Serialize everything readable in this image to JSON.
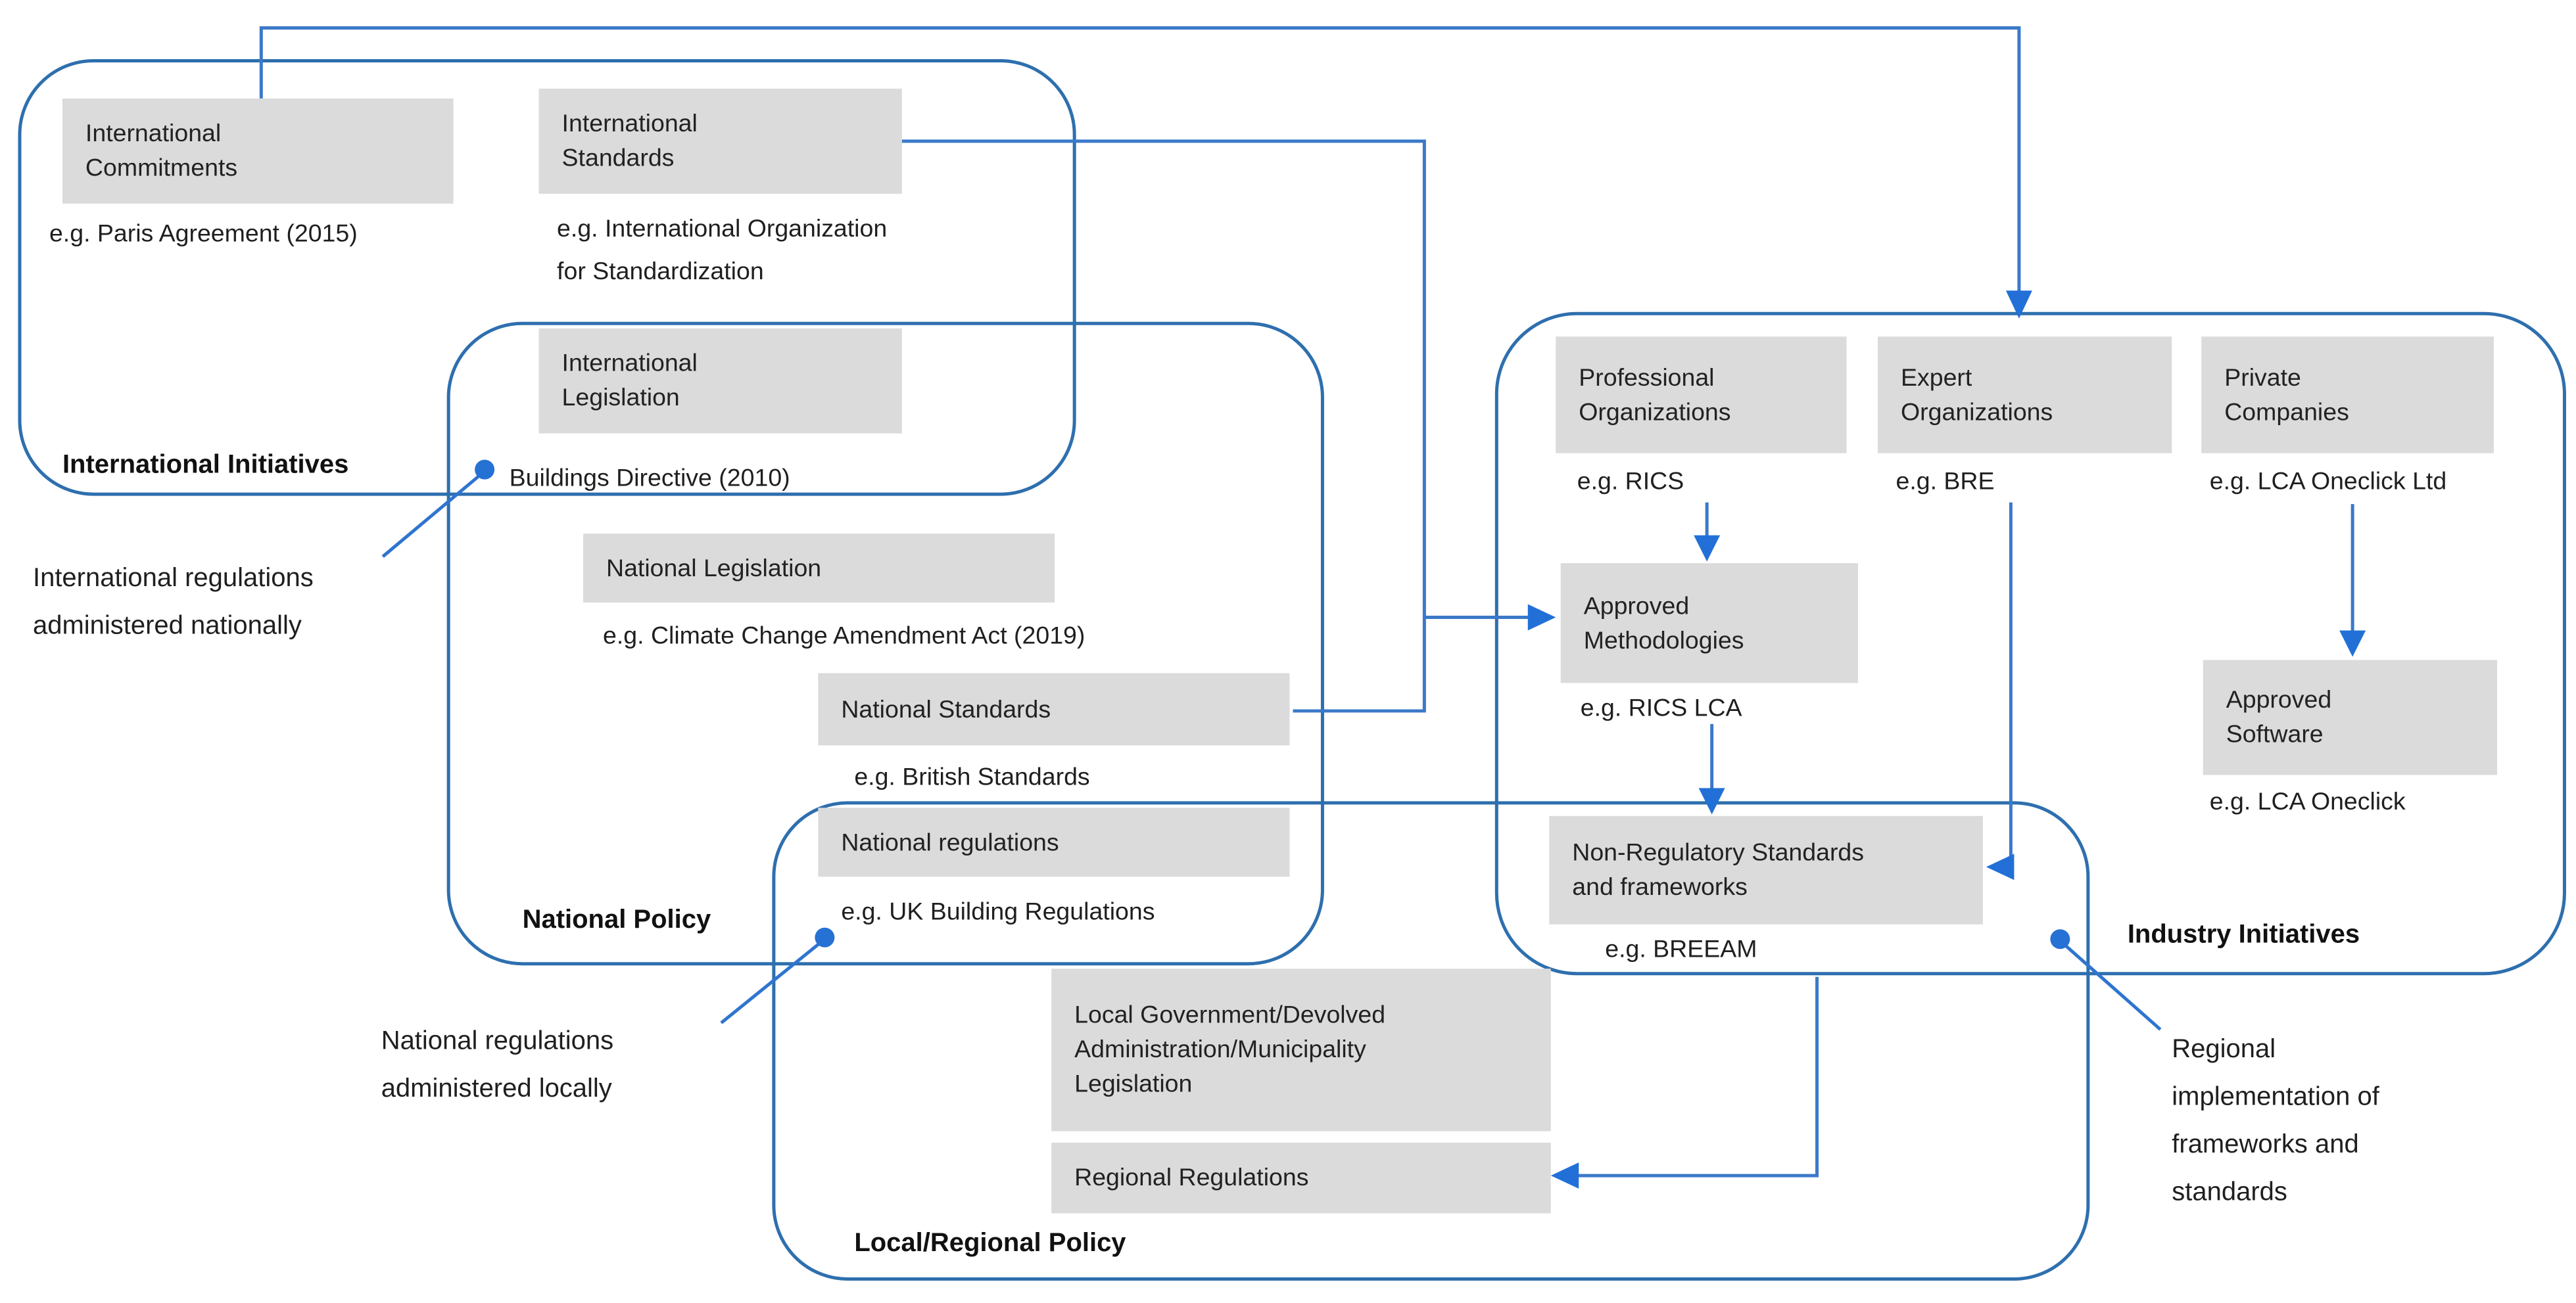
{
  "colors": {
    "connector": "#3b79c9",
    "container_border": "#2e6fae",
    "accent_dot": "#2671d4",
    "node_fill": "#dbdbdb",
    "text": "#1f1f1f"
  },
  "containers": {
    "international_initiatives": {
      "label": "International Initiatives"
    },
    "national_policy": {
      "label": "National Policy"
    },
    "industry_initiatives": {
      "label": "Industry Initiatives"
    },
    "local_regional_policy": {
      "label": "Local/Regional Policy"
    }
  },
  "nodes": {
    "international_commitments": {
      "lines": [
        "International",
        "Commitments"
      ],
      "example": "e.g. Paris Agreement (2015)"
    },
    "international_standards": {
      "lines": [
        "International",
        "Standards"
      ],
      "example_lines": [
        "e.g. International Organization",
        "for Standardization"
      ]
    },
    "international_legislation": {
      "lines": [
        "International",
        "Legislation"
      ],
      "example": "Buildings Directive (2010)"
    },
    "national_legislation": {
      "lines": [
        "National Legislation"
      ],
      "example": "e.g. Climate Change Amendment Act (2019)"
    },
    "national_standards": {
      "lines": [
        "National Standards"
      ],
      "example": "e.g. British Standards"
    },
    "national_regulations": {
      "lines": [
        "National regulations"
      ],
      "example": "e.g. UK Building Regulations"
    },
    "local_government_legislation": {
      "lines": [
        "Local Government/Devolved",
        "Administration/Municipality",
        "Legislation"
      ]
    },
    "regional_regulations": {
      "lines": [
        "Regional Regulations"
      ]
    },
    "professional_organizations": {
      "lines": [
        "Professional",
        "Organizations"
      ],
      "example": "e.g. RICS"
    },
    "approved_methodologies": {
      "lines": [
        "Approved",
        "Methodologies"
      ],
      "example": "e.g. RICS LCA"
    },
    "expert_organizations": {
      "lines": [
        "Expert",
        "Organizations"
      ],
      "example": "e.g. BRE"
    },
    "private_companies": {
      "lines": [
        "Private",
        "Companies"
      ],
      "example": "e.g. LCA Oneclick Ltd"
    },
    "approved_software": {
      "lines": [
        "Approved",
        "Software"
      ],
      "example": "e.g. LCA Oneclick"
    },
    "non_regulatory_standards": {
      "lines": [
        "Non-Regulatory Standards",
        "and frameworks"
      ],
      "example": "e.g. BREEAM"
    }
  },
  "annotations": {
    "international_administered": {
      "lines": [
        "International regulations",
        "administered nationally"
      ]
    },
    "national_administered": {
      "lines": [
        "National regulations",
        "administered locally"
      ]
    },
    "regional_implementation": {
      "lines": [
        "Regional",
        "implementation of",
        "frameworks and",
        "standards"
      ]
    }
  }
}
